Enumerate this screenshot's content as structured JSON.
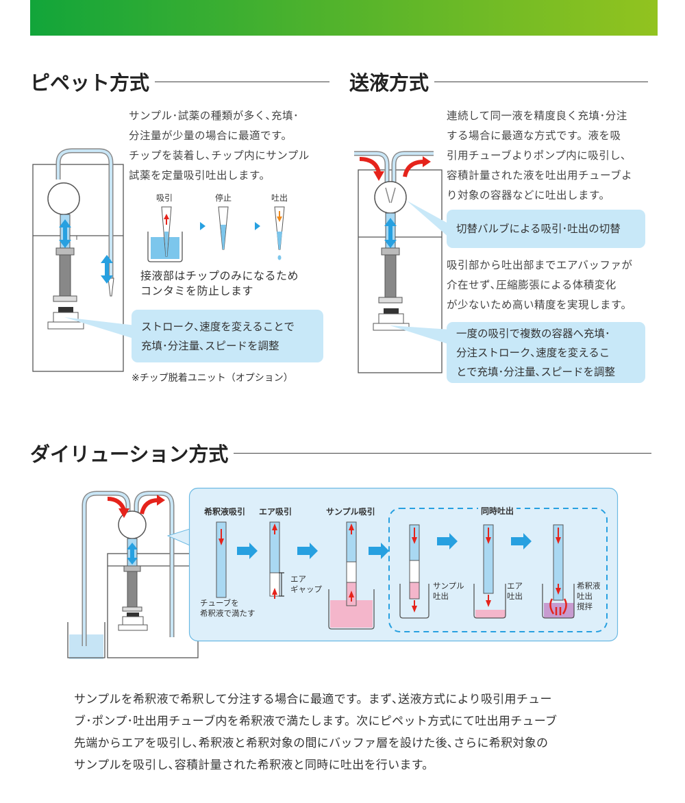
{
  "colors": {
    "tube_blue": "#a9d8f2",
    "arrow_blue": "#27a0e0",
    "arrow_red": "#e5231b",
    "pink": "#f4b6cb",
    "panel": "#ddeffa"
  },
  "pipette": {
    "title": "ピペット方式",
    "desc": [
      "サンプル･試薬の種類が多く､充填･",
      "分注量が少量の場合に最適です。",
      "チップを装着し､チップ内にサンプル",
      "試薬を定量吸引吐出します。"
    ],
    "steps": [
      "吸引",
      "停止",
      "吐出"
    ],
    "note": [
      "接液部はチップのみになるため",
      "コンタミを防止します"
    ],
    "callout": [
      "ストローク､速度を変えることで",
      "充填･分注量､スピードを調整"
    ],
    "footnote": "※チップ脱着ユニット（オプション）"
  },
  "pump": {
    "title": "送液方式",
    "desc": [
      "連続して同一液を精度良く充填･分注",
      "する場合に最適な方式です。液を吸",
      "引用チューブよりポンプ内に吸引し､",
      "容積計量された液を吐出用チューブよ",
      "り対象の容器などに吐出します。"
    ],
    "valve_callout": "切替バルブによる吸引･吐出の切替",
    "desc2": [
      "吸引部から吐出部までエアバッファが",
      "介在せず､圧縮膨張による体積変化",
      "が少ないため高い精度を実現します。"
    ],
    "callout": [
      "一度の吸引で複数の容器へ充填･",
      "分注ストローク､速度を変えるこ",
      "とで充填･分注量､スピードを調整"
    ]
  },
  "dilution": {
    "title": "ダイリューション方式",
    "steps": [
      "希釈液吸引",
      "エア吸引",
      "サンプル吸引",
      "同時吐出"
    ],
    "labels": {
      "fill_tube": [
        "チューブを",
        "希釈液で満たす"
      ],
      "air_gap": [
        "エア",
        "ギャップ"
      ],
      "sample_out": [
        "サンプル",
        "吐出"
      ],
      "air_out": [
        "エア",
        "吐出"
      ],
      "diluent_out": [
        "希釈液",
        "吐出",
        "撹拌"
      ]
    },
    "body": [
      "サンプルを希釈液で希釈して分注する場合に最適です。まず､送液方式により吸引用チュー",
      "ブ･ポンプ･吐出用チューブ内を希釈液で満たします。次にピペット方式にて吐出用チューブ",
      "先端からエアを吸引し､希釈液と希釈対象の間にバッファ層を設けた後､さらに希釈対象の",
      "サンプルを吸引し､容積計量された希釈液と同時に吐出を行います。"
    ]
  }
}
